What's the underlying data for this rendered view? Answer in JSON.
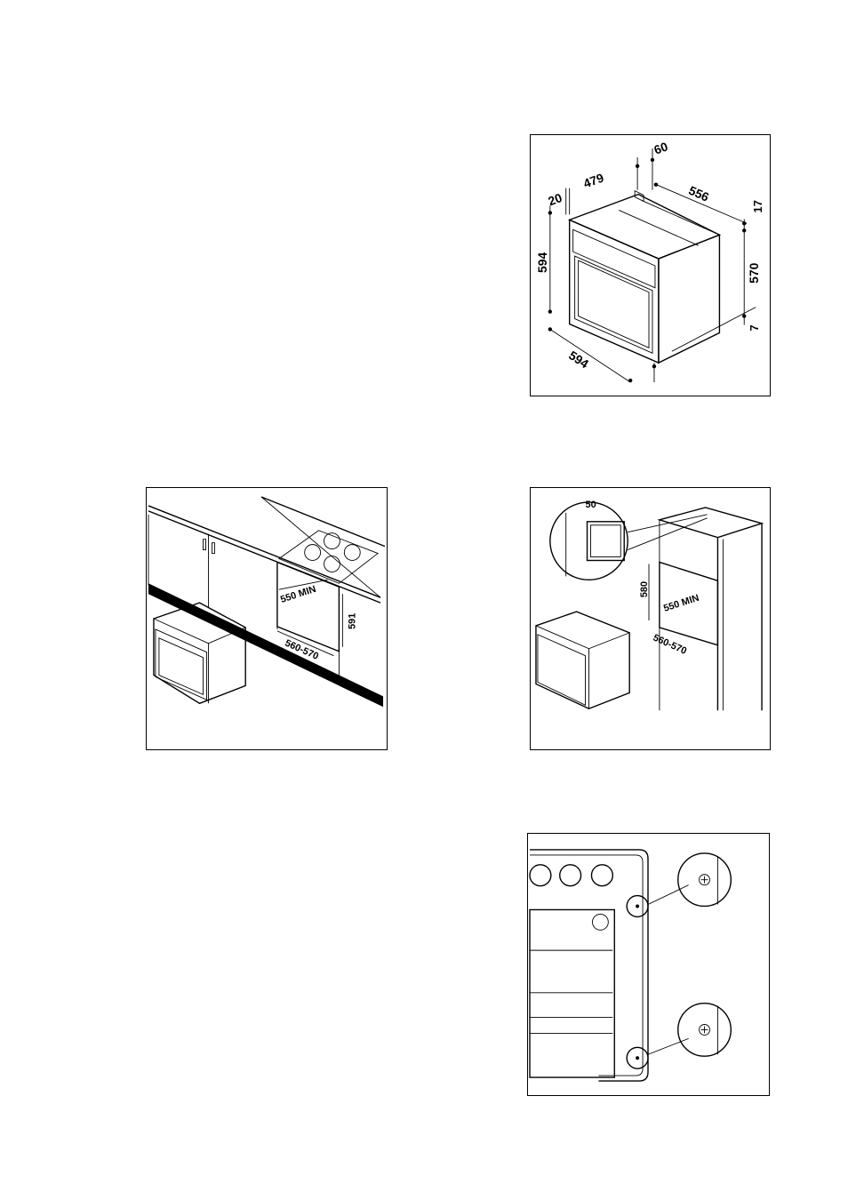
{
  "figures": {
    "dimensions": {
      "labels": {
        "d60": "60",
        "d479": "479",
        "d20": "20",
        "d556": "556",
        "d17": "17",
        "d594_height": "594",
        "d570": "570",
        "d7": "7",
        "d594_width": "594"
      }
    },
    "undercounter": {
      "labels": {
        "depth": "550 MIN",
        "height": "591",
        "width": "560-570"
      }
    },
    "column": {
      "labels": {
        "gap": "50",
        "height": "580",
        "depth": "550 MIN",
        "width": "560-570"
      }
    },
    "screws": {}
  }
}
